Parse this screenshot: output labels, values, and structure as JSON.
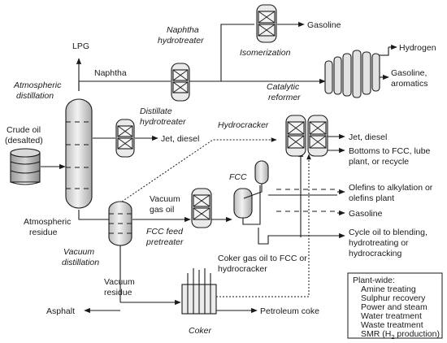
{
  "labels": {
    "lpg": "LPG",
    "atmospheric_distillation": [
      "Atmospheric",
      "distillation"
    ],
    "naphtha": "Naphtha",
    "naphtha_hydrotreater": [
      "Naphtha",
      "hydrotreater"
    ],
    "isomerization": "Isomerization",
    "gasoline_top": "Gasoline",
    "hydrogen": "Hydrogen",
    "gasoline_aromatics": [
      "Gasoline,",
      "aromatics"
    ],
    "catalytic_reformer": [
      "Catalytic",
      "reformer"
    ],
    "crude_oil": [
      "Crude oil",
      "(desalted)"
    ],
    "distillate_hydrotreater": [
      "Distillate",
      "hydrotreater"
    ],
    "jet_diesel_left": "Jet, diesel",
    "hydrocracker": "Hydrocracker",
    "jet_diesel_right": "Jet, diesel",
    "bottoms": [
      "Bottoms to FCC, lube",
      "plant, or recycle"
    ],
    "fcc": "FCC",
    "vacuum_gas_oil": [
      "Vacuum",
      "gas oil"
    ],
    "olefins": [
      "Olefins to alkylation or",
      "olefins plant"
    ],
    "gasoline_fcc": "Gasoline",
    "atmospheric_residue": [
      "Atmospheric",
      "residue"
    ],
    "fcc_feed_pretreater": [
      "FCC feed",
      "pretreater"
    ],
    "cycle_oil": [
      "Cycle oil to blending,",
      "hydrotreating or",
      "hydrocracking"
    ],
    "vacuum_distillation": [
      "Vacuum",
      "distillation"
    ],
    "coker_gas_oil": [
      "Coker gas oil to FCC or",
      "hydrocracker"
    ],
    "vacuum_residue": [
      "Vacuum",
      "residue"
    ],
    "asphalt": "Asphalt",
    "petroleum_coke": "Petroleum coke",
    "coker": "Coker"
  },
  "plant_wide": {
    "title": "Plant-wide:",
    "items": [
      "Amine treating",
      "Sulphur recovery",
      "Power and steam",
      "Water treatment",
      "Waste treatment"
    ],
    "smr": {
      "prefix": "SMR (H",
      "sub": "2",
      "suffix": " production)"
    }
  }
}
